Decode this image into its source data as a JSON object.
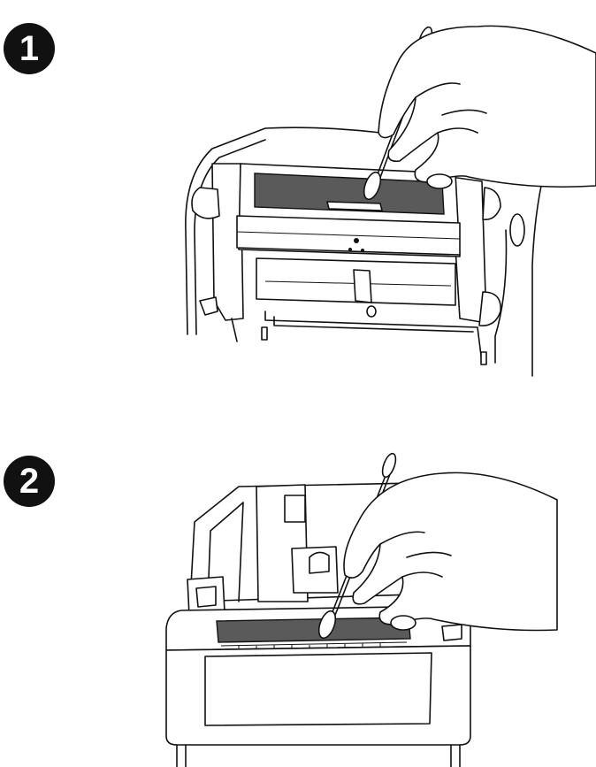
{
  "steps": [
    {
      "number": "1",
      "subject": "printhead-cleaning-illustration"
    },
    {
      "number": "2",
      "subject": "platen-area-cleaning-illustration"
    }
  ],
  "colors": {
    "ink": "#111111",
    "shaded_part": "#5a5a5a",
    "background": "#ffffff"
  }
}
